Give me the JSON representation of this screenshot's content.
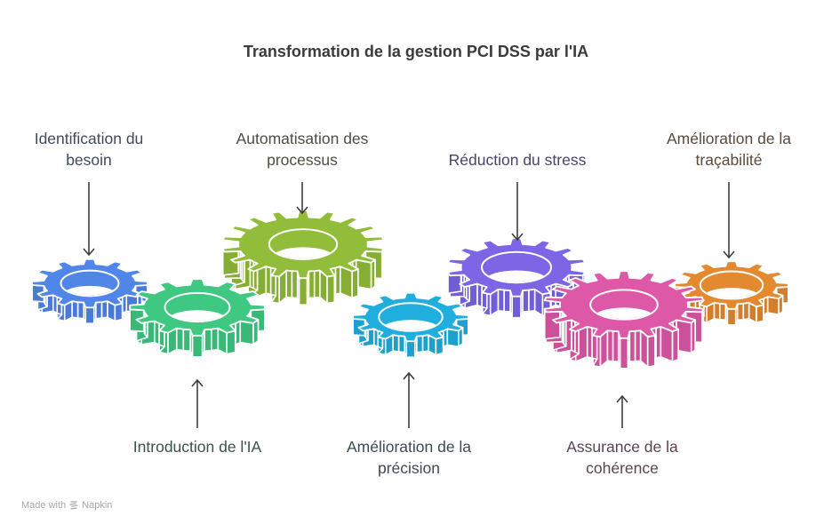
{
  "title": "Transformation de la gestion PCI DSS par l'IA",
  "footer": {
    "prefix": "Made with",
    "brand": "Napkin",
    "brand_icon": "napkin-logo-icon"
  },
  "steps": [
    {
      "id": "identification",
      "label_lines": [
        "Identification du",
        "besoin"
      ],
      "label_position": "top",
      "color": "#4f86e8",
      "text_color": "#3f4a5c",
      "teeth": 12
    },
    {
      "id": "introduction",
      "label_lines": [
        "Introduction de l'IA"
      ],
      "label_position": "bottom",
      "color": "#3ec882",
      "text_color": "#3e5148",
      "teeth": 12
    },
    {
      "id": "automatisation",
      "label_lines": [
        "Automatisation des",
        "processus"
      ],
      "label_position": "top",
      "color": "#92bd3a",
      "text_color": "#4a5040",
      "teeth": 18
    },
    {
      "id": "precision",
      "label_lines": [
        "Amélioration de la",
        "précision"
      ],
      "label_position": "bottom",
      "color": "#20aede",
      "text_color": "#3e4c52",
      "teeth": 12
    },
    {
      "id": "stress",
      "label_lines": [
        "Réduction du stress"
      ],
      "label_position": "top",
      "color": "#7c66e6",
      "text_color": "#48456a",
      "teeth": 14
    },
    {
      "id": "coherence",
      "label_lines": [
        "Assurance de la",
        "cohérence"
      ],
      "label_position": "bottom",
      "color": "#de58a8",
      "text_color": "#5a4451",
      "teeth": 18
    },
    {
      "id": "tracabilite",
      "label_lines": [
        "Amélioration de la",
        "traçabilité"
      ],
      "label_position": "top",
      "color": "#e38a31",
      "text_color": "#5a4a3c",
      "teeth": 12
    }
  ]
}
